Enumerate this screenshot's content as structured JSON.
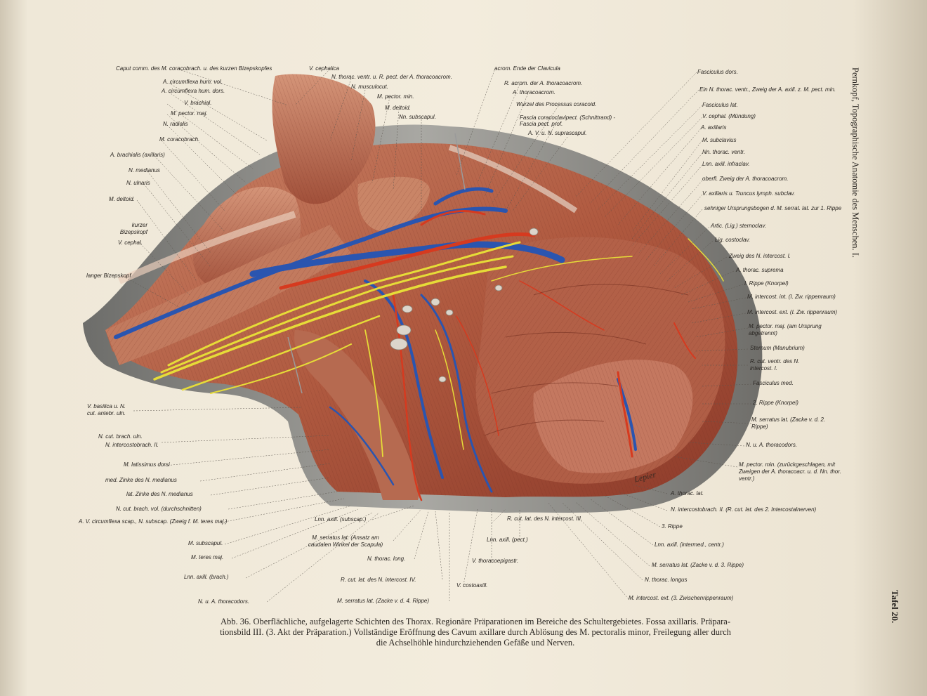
{
  "page": {
    "side_title": "Pernkopf, Topographische Anatomie des Menschen. I.",
    "plate_number": "Tafel 20.",
    "signature": "Lepier",
    "caption_line1": "Abb. 36. Oberflächliche, aufgelagerte Schichten des Thorax. Regionäre Präparationen im Bereiche des Schultergebietes. Fossa axillaris. Präpara-",
    "caption_line2": "tionsbild III. (3. Akt der Präparation.) Vollständige Eröffnung des Cavum axillare durch Ablösung des M. pectoralis minor, Freilegung aller durch",
    "caption_line3": "die Achselhöhle hindurchziehenden Gefäße und Nerven."
  },
  "labels": {
    "left": [
      "Caput comm. des M. coracobrach. u. des kurzen Bizepskopfes",
      "A. circumflexa hum. vol.",
      "A. circumflexa hum. dors.",
      "V. brachial.",
      "M. pector. maj.",
      "N. radialis",
      "M. coracobrach.",
      "A. brachialis (axillaris)",
      "N. medianus",
      "N. ulnaris",
      "M. deltoid.",
      "kurzer Bizepskopf",
      "V. cephal.",
      "langer Bizepskopf",
      "V. basilica u. N. cut. antebr. uln.",
      "N. cut. brach. uln.",
      "N. intercostobrach. II.",
      "M. latissimus dorsi",
      "med. Zinke des N. medianus",
      "lat. Zinke des N. medianus",
      "N. cut. brach. vol. (durchschnitten)",
      "A. V. circumflexa scap., N. subscap. (Zweig f. M. teres maj.)",
      "M. subscapul.",
      "M. teres maj.",
      "Lnn. axill. (brach.)",
      "N. u. A. thoracodors."
    ],
    "top": [
      "V. cephalica",
      "N. thorac. ventr. u. R. pect. der A. thoracoacrom.",
      "N. musculocut.",
      "M. pector. min.",
      "M. deltoid.",
      "Nn. subscapul.",
      "acrom. Ende der Clavicula",
      "R. acrom. der A. thoracoacrom.",
      "A. thoracoacrom.",
      "Wurzel des Processus coracoid.",
      "Fascia coracoclavipect. (Schnittrand) - Fascia pect. prof.",
      "A. V. u. N. suprascapul."
    ],
    "right": [
      "Fasciculus dors.",
      "Ein N. thorac. ventr., Zweig der A. axill. z. M. pect. min.",
      "Fasciculus lat.",
      "V. cephal. (Mündung)",
      "A. axillaris",
      "M. subclavius",
      "Nn. thorac. ventr.",
      "Lnn. axill. infraclav.",
      "oberfl. Zweig der A. thoracoacrom.",
      "V. axillaris u. Truncus lymph. subclav.",
      "sehniger Ursprungsbogen d. M. serrat. lat. zur 1. Rippe",
      "Artic. (Lig.) sternoclav.",
      "Lig. costoclav.",
      "Zweig des N. intercost. I.",
      "A. thorac. suprema",
      "I. Rippe (Knorpel)",
      "M. intercost. int. (I. Zw. rippenraum)",
      "M. intercost. ext. (I. Zw. rippenraum)",
      "M. pector. maj. (am Ursprung abgetrennt)",
      "Sternum (Manubrium)",
      "R. cut. ventr. des N. intercost. I.",
      "Fasciculus med.",
      "2. Rippe (Knorpel)",
      "M. serratus lat. (Zacke v. d. 2. Rippe)",
      "N. u. A. thoracodors.",
      "M. pector. min. (zurückgeschlagen, mit Zweigen der A. thoracoacr. u. d. Nn. thor. ventr.)"
    ],
    "bottom": [
      "Lnn. axill. (subscap.)",
      "M. serratus lat. (Ansatz am caudalen Winkel der Scapula)",
      "N. thorac. long.",
      "R. cut. lat. des N. intercost. IV.",
      "M. serratus lat. (Zacke v. d. 4. Rippe)",
      "R. cut. lat. des N. intercost. III.",
      "Lnn. axill. (pect.)",
      "V. thoracoepigastr.",
      "V. costoaxill.",
      "A. thorac. lat.",
      "N. intercostobrach. II. (R. cut. lat. des 2. Intercostalnerven)",
      "3. Rippe",
      "Lnn. axill. (intermed., centr.)",
      "M. serratus lat. (Zacke v. d. 3. Rippe)",
      "N. thorac. longus",
      "M. intercost. ext. (3. Zwischenrippenraum)"
    ]
  },
  "colors": {
    "paper": "#f3ecdd",
    "muscle": "#b8644a",
    "muscle_dark": "#7d3526",
    "artery": "#d63a1f",
    "vein": "#2a55b0",
    "nerve": "#e6dc38",
    "skin_gray": "#8c8c8a"
  }
}
